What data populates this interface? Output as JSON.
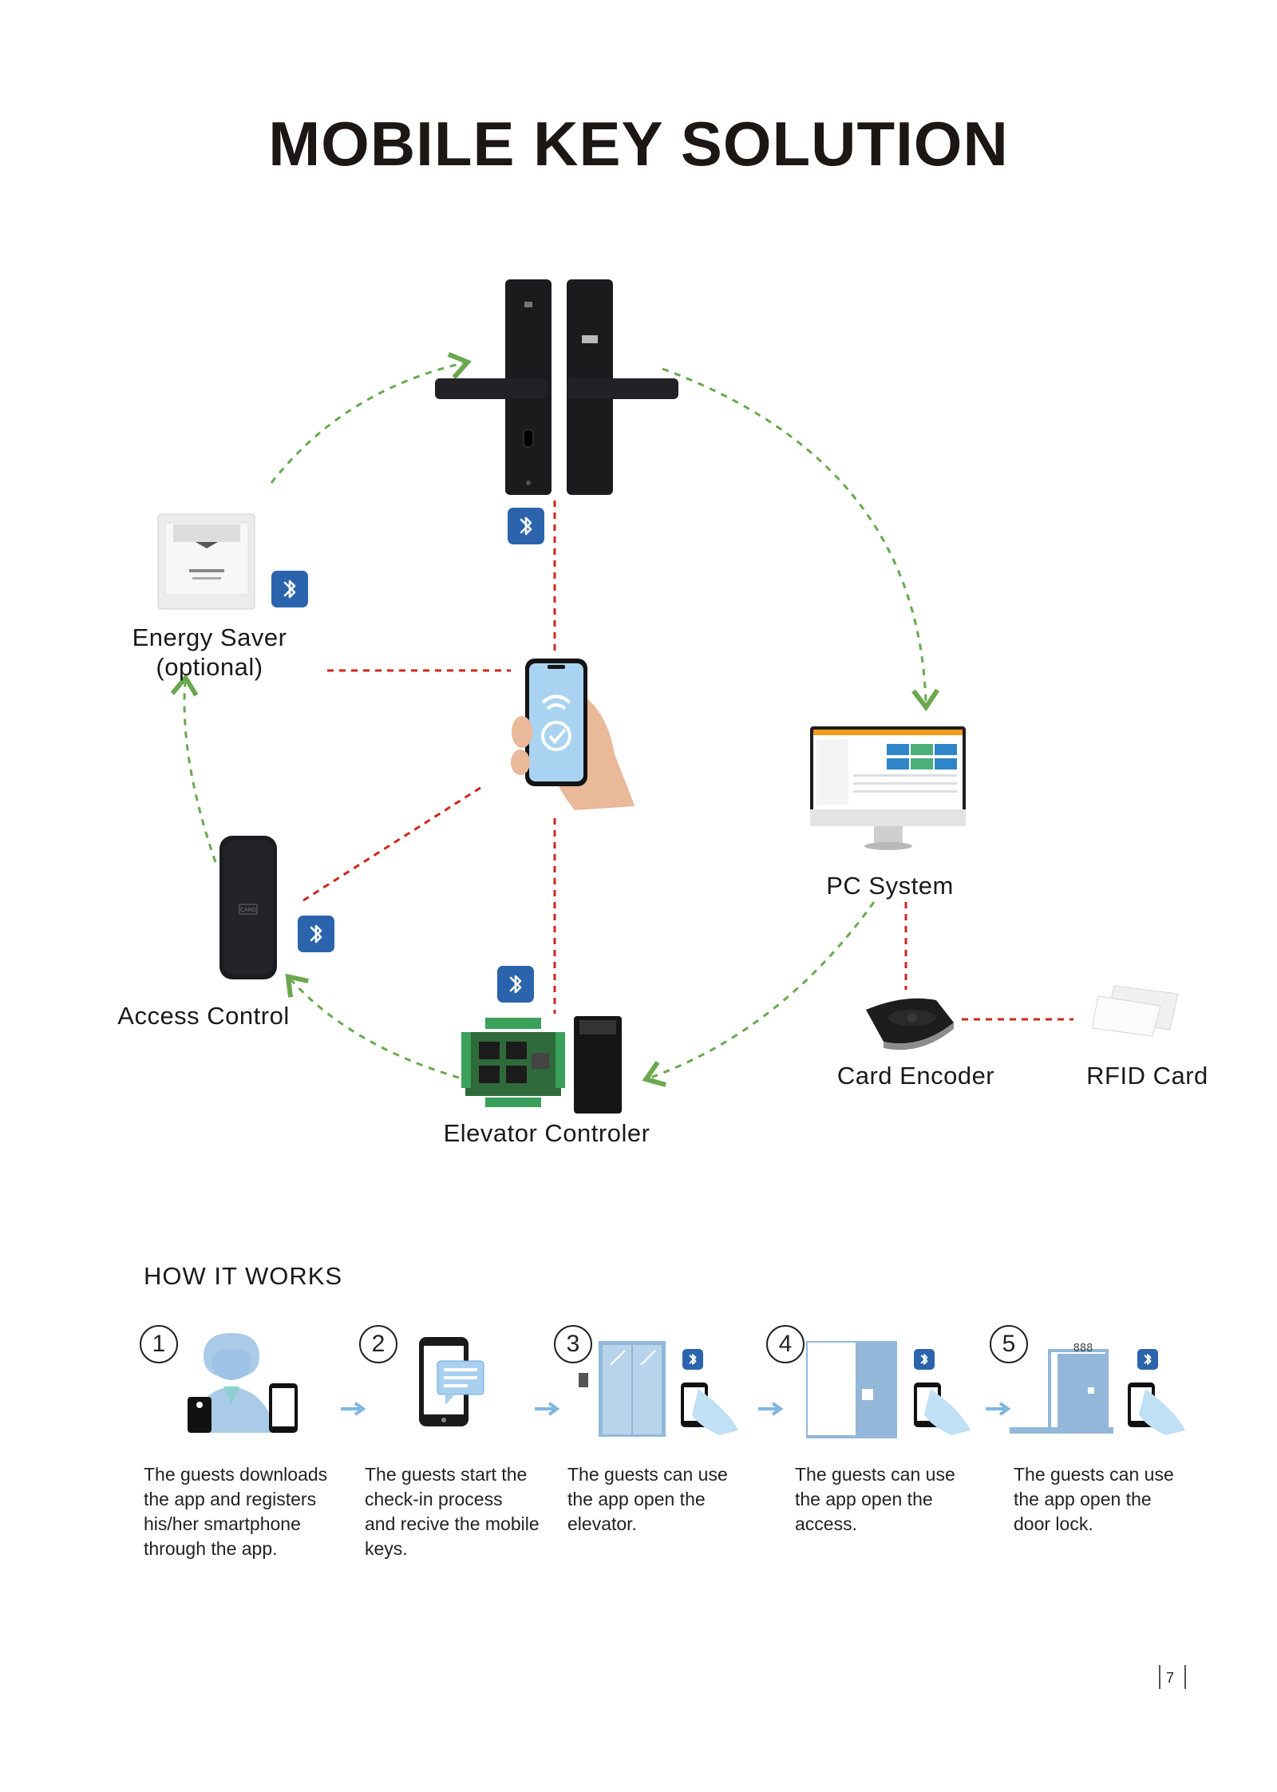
{
  "title": "MOBILE KEY SOLUTION",
  "diagram": {
    "energy_saver": {
      "line1": "Energy Saver",
      "line2": "(optional)",
      "icon": "energy-saver-switch"
    },
    "access_control": {
      "label": "Access Control",
      "icon": "card-reader",
      "device_text": "CARD"
    },
    "elevator": {
      "label": "Elevator Controler",
      "icon": "controller-board"
    },
    "pc_system": {
      "label": "PC System",
      "icon": "monitor"
    },
    "card_encoder": {
      "label": "Card Encoder",
      "icon": "encoder-device"
    },
    "rfid_card": {
      "label": "RFID Card",
      "icon": "rfid-card"
    },
    "door_lock": {
      "icon": "door-lock-handles"
    },
    "smartphone": {
      "icon": "phone-in-hand"
    },
    "bluetooth_icon": "bluetooth-icon",
    "colors": {
      "link_red": "#d0251d",
      "flow_green": "#6aa84f",
      "bluetooth": "#2b64ad"
    }
  },
  "how_it_works": {
    "heading": "HOW IT WORKS",
    "steps": [
      {
        "num": "1",
        "lines": [
          "The guests downloads",
          "the app and registers",
          "his/her smartphone",
          "through the app."
        ],
        "icon": "guest-with-phone"
      },
      {
        "num": "2",
        "lines": [
          "The guests start the",
          "check-in process",
          "and recive the mobile",
          "keys."
        ],
        "icon": "phone-message"
      },
      {
        "num": "3",
        "lines": [
          "The guests can use",
          "the app open the",
          "elevator."
        ],
        "icon": "elevator-doors"
      },
      {
        "num": "4",
        "lines": [
          "The guests can use",
          "the app open the",
          "access."
        ],
        "icon": "access-door"
      },
      {
        "num": "5",
        "lines": [
          "The guests can use",
          "the app open the",
          "door lock."
        ],
        "icon": "room-door",
        "room_number": "888"
      }
    ]
  },
  "page_number": "7"
}
